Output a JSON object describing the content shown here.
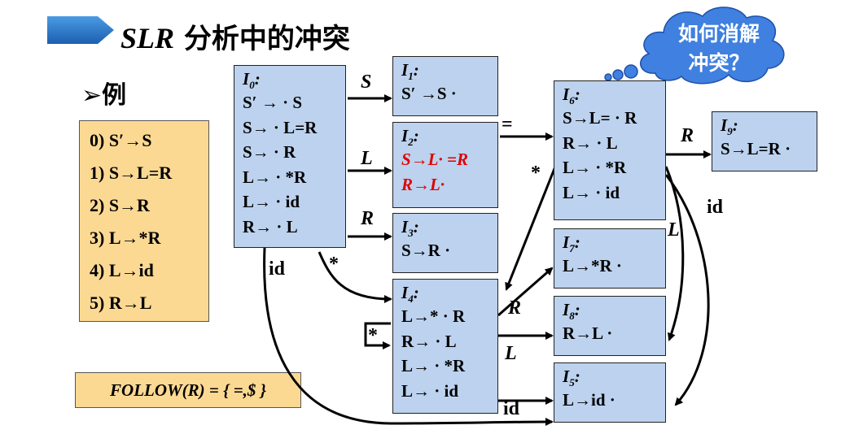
{
  "title": {
    "prefix": "SLR",
    "main": "分析中的冲突"
  },
  "example_label": "➢例",
  "grammar": [
    "0) S′→S",
    "1) S→L=R",
    "2) S→R",
    "3) L→*R",
    "4) L→id",
    "5) R→L"
  ],
  "follow": "FOLLOW(R) = { =,$ }",
  "cloud": {
    "line1": "如何消解",
    "line2": "冲突？"
  },
  "states": {
    "I0": {
      "name": "I",
      "sub": "0",
      "items": [
        "S′ → · S",
        "S→ · L=R",
        "S→ · R",
        "L→ · *R",
        "L→ · id",
        "R→ · L"
      ]
    },
    "I1": {
      "name": "I",
      "sub": "1",
      "items": [
        "S′ →S ·"
      ]
    },
    "I2": {
      "name": "I",
      "sub": "2",
      "items": [
        "S→L· =R",
        "R→L·"
      ]
    },
    "I3": {
      "name": "I",
      "sub": "3",
      "items": [
        "S→R ·"
      ]
    },
    "I4": {
      "name": "I",
      "sub": "4",
      "items": [
        "L→* · R",
        "R→ · L",
        "L→ · *R",
        "L→ · id"
      ]
    },
    "I5": {
      "name": "I",
      "sub": "5",
      "items": [
        "L→id ·"
      ]
    },
    "I6": {
      "name": "I",
      "sub": "6",
      "items": [
        "S→L= · R",
        "R→ · L",
        "L→ · *R",
        "L→ · id"
      ]
    },
    "I7": {
      "name": "I",
      "sub": "7",
      "items": [
        "L→*R ·"
      ]
    },
    "I8": {
      "name": "I",
      "sub": "8",
      "items": [
        "R→L ·"
      ]
    },
    "I9": {
      "name": "I",
      "sub": "9",
      "items": [
        "S→L=R ·"
      ]
    }
  },
  "edge_labels": {
    "I0_I1": "S",
    "I0_I2": "L",
    "I0_I3": "R",
    "I0_star": "*",
    "I0_id": "id",
    "I2_I6": "=",
    "I6_star": "*",
    "I6_I9": "R",
    "I6_L": "L",
    "I6_id": "id",
    "I4_R": "R",
    "I4_L": "L",
    "I4_self": "*",
    "I4_id": "id"
  }
}
